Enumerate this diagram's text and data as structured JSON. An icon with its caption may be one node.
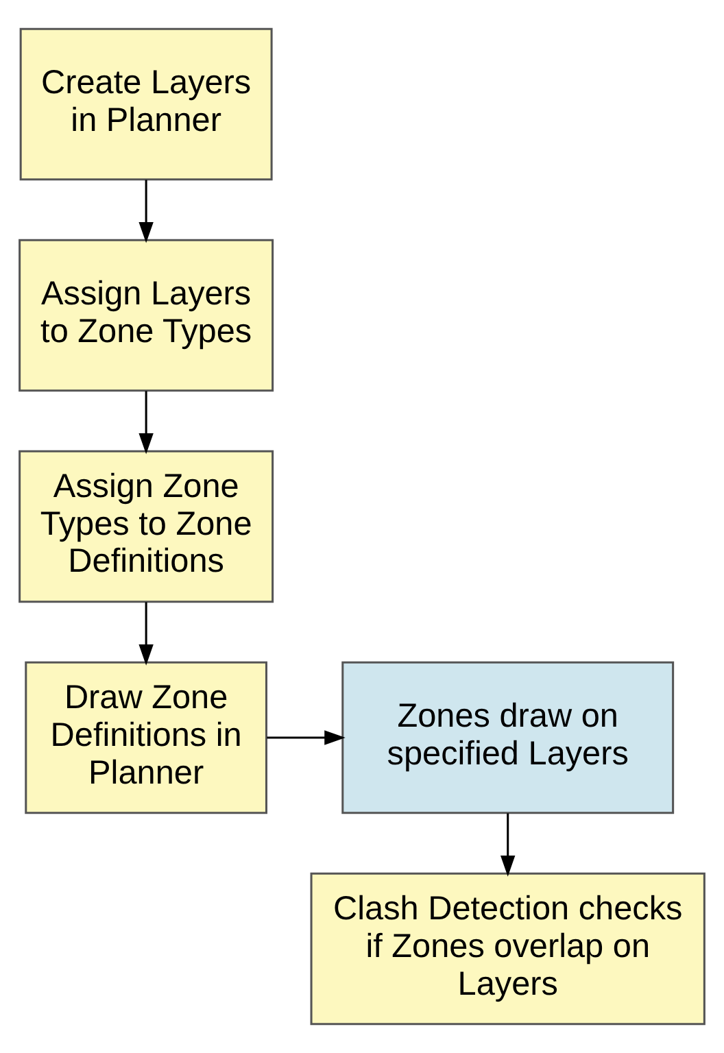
{
  "diagram": {
    "nodes": [
      {
        "text": [
          "Create Layers in Planner"
        ]
      },
      {
        "text": [
          "Assign Layers to Zone Types"
        ]
      },
      {
        "text": [
          "Assign Zone Types to Zone Definitions"
        ]
      },
      {
        "text": [
          "Draw Zone Definitions in Planner"
        ]
      },
      {
        "text": [
          "Zones draw on specified Layers"
        ]
      },
      {
        "text": [
          "Clash Detection checks if Zones overlap on Layers"
        ]
      }
    ],
    "edges": [
      {
        "from": 0,
        "to": 1,
        "arrow": "to"
      },
      {
        "from": 1,
        "to": 2,
        "arrow": "to"
      },
      {
        "from": 2,
        "to": 3,
        "arrow": "to"
      },
      {
        "from": 3,
        "to": 4,
        "arrow": "to"
      },
      {
        "from": 4,
        "to": 5,
        "arrow": "to"
      }
    ]
  }
}
